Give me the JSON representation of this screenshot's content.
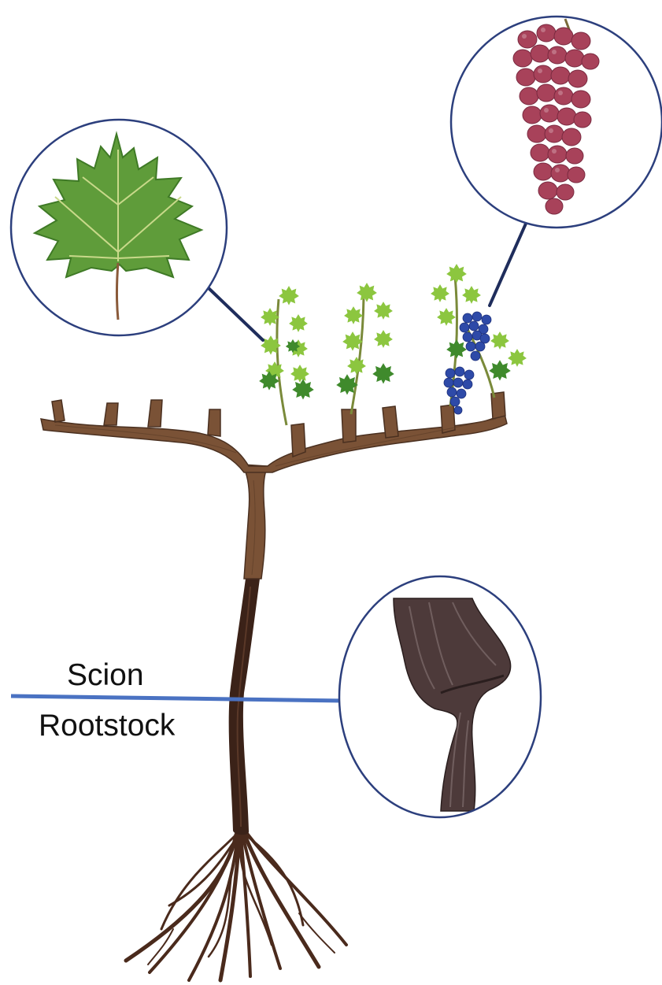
{
  "labels": {
    "scion": "Scion",
    "rootstock": "Rootstock"
  },
  "parts": {
    "vine": "grapevine-illustration",
    "leaf_inset": "grape-leaf-icon",
    "bunch_inset": "red-grape-bunch-icon",
    "graft_inset": "graft-union-trunk-icon"
  },
  "colors": {
    "graft_line": "#4a72c2",
    "callout_line": "#1f2d5c",
    "circle_border": "#2c3f7d",
    "wood": "#7a5236",
    "rootstock_wood": "#3b2218",
    "leaf_light": "#8cc63f",
    "leaf_dark": "#3f8a2c",
    "blue_grapes": "#2e4aa8",
    "red_grapes": "#a8425a"
  }
}
